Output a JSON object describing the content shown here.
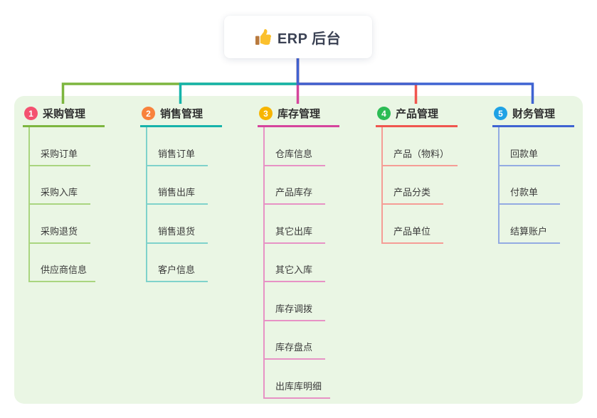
{
  "root": {
    "title": "ERP 后台",
    "icon": "thumbs-up-icon"
  },
  "colors": {
    "panel_bg": "#eaf6e4",
    "trunk": "#3f63d2",
    "root_text": "#3b4254",
    "node_text": "#3a3a3a"
  },
  "branches": [
    {
      "number": "1",
      "label": "采购管理",
      "badge_color": "#f45170",
      "line_color": "#7db63f",
      "child_line_color": "#a9d57f",
      "children": [
        "采购订单",
        "采购入库",
        "采购退货",
        "供应商信息"
      ]
    },
    {
      "number": "2",
      "label": "销售管理",
      "badge_color": "#f8823c",
      "line_color": "#16b3aa",
      "child_line_color": "#7fd2cb",
      "children": [
        "销售订单",
        "销售出库",
        "销售退货",
        "客户信息"
      ]
    },
    {
      "number": "3",
      "label": "库存管理",
      "badge_color": "#f7b500",
      "line_color": "#d5459c",
      "child_line_color": "#e792c5",
      "children": [
        "仓库信息",
        "产品库存",
        "其它出库",
        "其它入库",
        "库存调拨",
        "库存盘点",
        "出库库明细"
      ]
    },
    {
      "number": "4",
      "label": "产品管理",
      "badge_color": "#2cbc55",
      "line_color": "#f0564f",
      "child_line_color": "#f59d96",
      "children": [
        "产品（物料）",
        "产品分类",
        "产品单位"
      ]
    },
    {
      "number": "5",
      "label": "财务管理",
      "badge_color": "#1fa2e5",
      "line_color": "#3f63d2",
      "child_line_color": "#93abe2",
      "children": [
        "回款单",
        "付款单",
        "结算账户"
      ]
    }
  ]
}
